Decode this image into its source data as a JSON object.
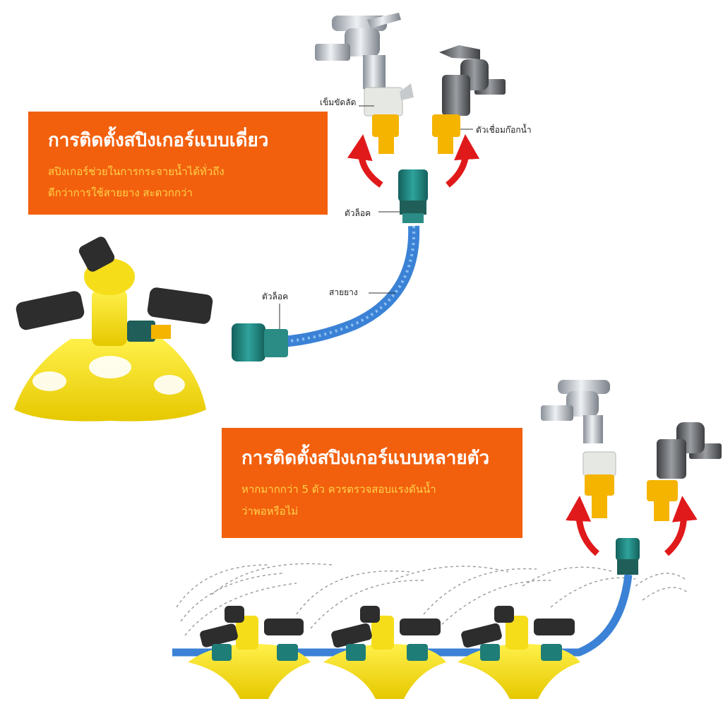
{
  "colors": {
    "panel": "#f2600e",
    "subtext": "#ffd34a",
    "arrow": "#e0191b",
    "hose": "#3b82d6",
    "sprinkler": "#f5dd1a",
    "connector": "#1f7d78"
  },
  "single_panel": {
    "title": "การติดตั้งสปิงเกอร์แบบเดี่ยว",
    "line1": "สปิงเกอร์ช่วยในการกระจายน้ำได้ทั่วถึง",
    "line2": "ดีกว่าการใช้สายยาง  สะดวกกว่า"
  },
  "multi_panel": {
    "title": "การติดตั้งสปิงเกอร์แบบหลายตัว",
    "line1": "หากมากกว่า 5 ตัว ควรตรวจสอบแรงดันน้ำ",
    "line2": "ว่าพอหรือไม่"
  },
  "labels": {
    "clamp": "เข็มขัดลัด",
    "faucet_connector": "ตัวเชื่อมก๊อกน้ำ",
    "lock_top": "ตัวล็อค",
    "hose": "สายยาง",
    "lock_bottom": "ตัวล็อค"
  },
  "icons": [
    "faucet-icon",
    "sprinkler-icon",
    "hose-icon",
    "arrow-icon",
    "connector-icon"
  ]
}
